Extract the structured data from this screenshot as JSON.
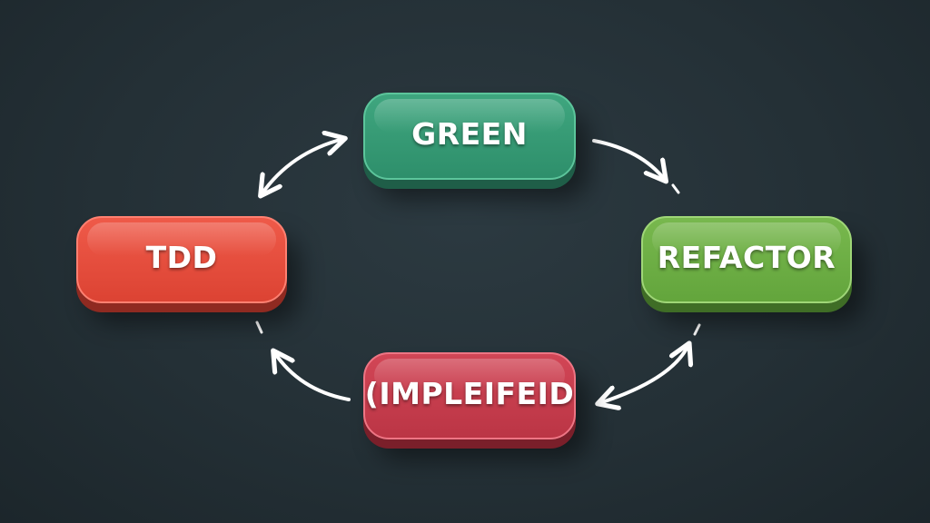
{
  "diagram": {
    "type": "cycle",
    "nodes": [
      {
        "id": "green",
        "label": "GREEN",
        "color": "#2e8f6b"
      },
      {
        "id": "tdd",
        "label": "TDD",
        "color": "#dc4333"
      },
      {
        "id": "refactor",
        "label": "REFACTOR",
        "color": "#63a53c"
      },
      {
        "id": "implemented",
        "label": "(IMPLEIFEID",
        "color": "#bb3545"
      }
    ],
    "edges": [
      {
        "from": "tdd",
        "to": "green",
        "direction": "bidirectional"
      },
      {
        "from": "green",
        "to": "refactor",
        "direction": "forward"
      },
      {
        "from": "refactor",
        "to": "implemented",
        "direction": "bidirectional"
      },
      {
        "from": "implemented",
        "to": "tdd",
        "direction": "forward"
      }
    ],
    "arrow_color": "#ffffff",
    "background_color": "#26333a"
  }
}
